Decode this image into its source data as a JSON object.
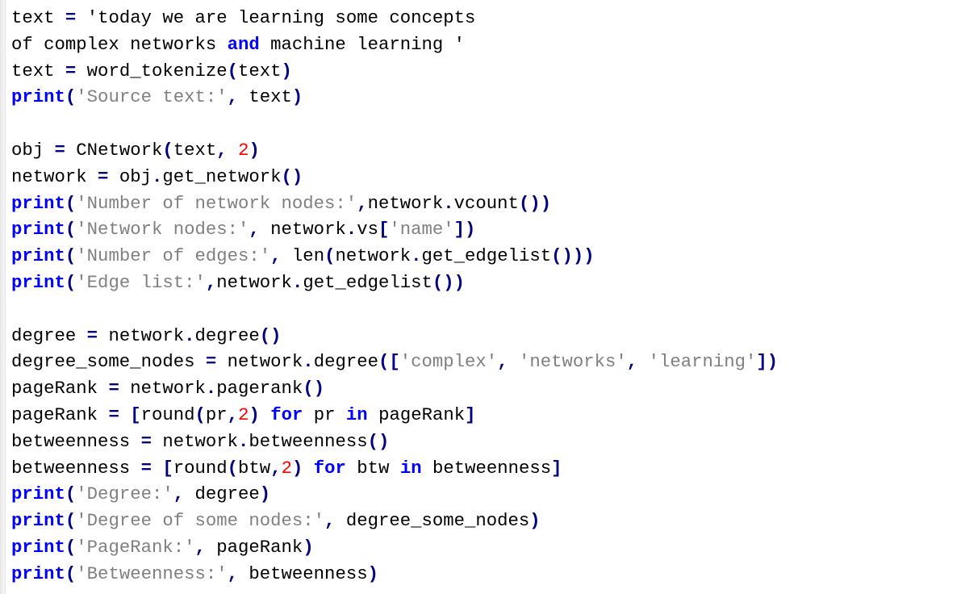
{
  "editor": {
    "lines": [
      [
        [
          "plain",
          "text "
        ],
        [
          "op",
          "="
        ],
        [
          "plain",
          " "
        ],
        [
          "plain",
          "'today we are learning some concepts"
        ]
      ],
      [
        [
          "plain",
          "of complex networks "
        ],
        [
          "kw",
          "and"
        ],
        [
          "plain",
          " machine learning "
        ],
        [
          "plain",
          "'"
        ]
      ],
      [
        [
          "plain",
          "text "
        ],
        [
          "op",
          "="
        ],
        [
          "plain",
          " word_tokenize"
        ],
        [
          "op",
          "("
        ],
        [
          "plain",
          "text"
        ],
        [
          "op",
          ")"
        ]
      ],
      [
        [
          "kw",
          "print"
        ],
        [
          "op",
          "("
        ],
        [
          "str",
          "'Source text:'"
        ],
        [
          "op",
          ","
        ],
        [
          "plain",
          " text"
        ],
        [
          "op",
          ")"
        ]
      ],
      [],
      [
        [
          "plain",
          "obj "
        ],
        [
          "op",
          "="
        ],
        [
          "plain",
          " CNetwork"
        ],
        [
          "op",
          "("
        ],
        [
          "plain",
          "text"
        ],
        [
          "op",
          ","
        ],
        [
          "plain",
          " "
        ],
        [
          "num",
          "2"
        ],
        [
          "op",
          ")"
        ]
      ],
      [
        [
          "plain",
          "network "
        ],
        [
          "op",
          "="
        ],
        [
          "plain",
          " obj"
        ],
        [
          "op",
          "."
        ],
        [
          "plain",
          "get_network"
        ],
        [
          "op",
          "()"
        ]
      ],
      [
        [
          "kw",
          "print"
        ],
        [
          "op",
          "("
        ],
        [
          "str",
          "'Number of network nodes:'"
        ],
        [
          "op",
          ","
        ],
        [
          "plain",
          "network"
        ],
        [
          "op",
          "."
        ],
        [
          "plain",
          "vcount"
        ],
        [
          "op",
          "())"
        ]
      ],
      [
        [
          "kw",
          "print"
        ],
        [
          "op",
          "("
        ],
        [
          "str",
          "'Network nodes:'"
        ],
        [
          "op",
          ","
        ],
        [
          "plain",
          " network"
        ],
        [
          "op",
          "."
        ],
        [
          "plain",
          "vs"
        ],
        [
          "op",
          "["
        ],
        [
          "str",
          "'name'"
        ],
        [
          "op",
          "])"
        ]
      ],
      [
        [
          "kw",
          "print"
        ],
        [
          "op",
          "("
        ],
        [
          "str",
          "'Number of edges:'"
        ],
        [
          "op",
          ","
        ],
        [
          "plain",
          " len"
        ],
        [
          "op",
          "("
        ],
        [
          "plain",
          "network"
        ],
        [
          "op",
          "."
        ],
        [
          "plain",
          "get_edgelist"
        ],
        [
          "op",
          "()))"
        ]
      ],
      [
        [
          "kw",
          "print"
        ],
        [
          "op",
          "("
        ],
        [
          "str",
          "'Edge list:'"
        ],
        [
          "op",
          ","
        ],
        [
          "plain",
          "network"
        ],
        [
          "op",
          "."
        ],
        [
          "plain",
          "get_edgelist"
        ],
        [
          "op",
          "())"
        ]
      ],
      [],
      [
        [
          "plain",
          "degree "
        ],
        [
          "op",
          "="
        ],
        [
          "plain",
          " network"
        ],
        [
          "op",
          "."
        ],
        [
          "plain",
          "degree"
        ],
        [
          "op",
          "()"
        ]
      ],
      [
        [
          "plain",
          "degree_some_nodes "
        ],
        [
          "op",
          "="
        ],
        [
          "plain",
          " network"
        ],
        [
          "op",
          "."
        ],
        [
          "plain",
          "degree"
        ],
        [
          "op",
          "(["
        ],
        [
          "str",
          "'complex'"
        ],
        [
          "op",
          ","
        ],
        [
          "plain",
          " "
        ],
        [
          "str",
          "'networks'"
        ],
        [
          "op",
          ","
        ],
        [
          "plain",
          " "
        ],
        [
          "str",
          "'learning'"
        ],
        [
          "op",
          "])"
        ]
      ],
      [
        [
          "plain",
          "pageRank "
        ],
        [
          "op",
          "="
        ],
        [
          "plain",
          " network"
        ],
        [
          "op",
          "."
        ],
        [
          "plain",
          "pagerank"
        ],
        [
          "op",
          "()"
        ]
      ],
      [
        [
          "plain",
          "pageRank "
        ],
        [
          "op",
          "="
        ],
        [
          "plain",
          " "
        ],
        [
          "op",
          "["
        ],
        [
          "plain",
          "round"
        ],
        [
          "op",
          "("
        ],
        [
          "plain",
          "pr"
        ],
        [
          "op",
          ","
        ],
        [
          "num",
          "2"
        ],
        [
          "op",
          ")"
        ],
        [
          "plain",
          " "
        ],
        [
          "kw",
          "for"
        ],
        [
          "plain",
          " pr "
        ],
        [
          "kw",
          "in"
        ],
        [
          "plain",
          " pageRank"
        ],
        [
          "op",
          "]"
        ]
      ],
      [
        [
          "plain",
          "betweenness "
        ],
        [
          "op",
          "="
        ],
        [
          "plain",
          " network"
        ],
        [
          "op",
          "."
        ],
        [
          "plain",
          "betweenness"
        ],
        [
          "op",
          "()"
        ]
      ],
      [
        [
          "plain",
          "betweenness "
        ],
        [
          "op",
          "="
        ],
        [
          "plain",
          " "
        ],
        [
          "op",
          "["
        ],
        [
          "plain",
          "round"
        ],
        [
          "op",
          "("
        ],
        [
          "plain",
          "btw"
        ],
        [
          "op",
          ","
        ],
        [
          "num",
          "2"
        ],
        [
          "op",
          ")"
        ],
        [
          "plain",
          " "
        ],
        [
          "kw",
          "for"
        ],
        [
          "plain",
          " btw "
        ],
        [
          "kw",
          "in"
        ],
        [
          "plain",
          " betweenness"
        ],
        [
          "op",
          "]"
        ]
      ],
      [
        [
          "kw",
          "print"
        ],
        [
          "op",
          "("
        ],
        [
          "str",
          "'Degree:'"
        ],
        [
          "op",
          ","
        ],
        [
          "plain",
          " degree"
        ],
        [
          "op",
          ")"
        ]
      ],
      [
        [
          "kw",
          "print"
        ],
        [
          "op",
          "("
        ],
        [
          "str",
          "'Degree of some nodes:'"
        ],
        [
          "op",
          ","
        ],
        [
          "plain",
          " degree_some_nodes"
        ],
        [
          "op",
          ")"
        ]
      ],
      [
        [
          "kw",
          "print"
        ],
        [
          "op",
          "("
        ],
        [
          "str",
          "'PageRank:'"
        ],
        [
          "op",
          ","
        ],
        [
          "plain",
          " pageRank"
        ],
        [
          "op",
          ")"
        ]
      ],
      [
        [
          "kw",
          "print"
        ],
        [
          "op",
          "("
        ],
        [
          "str",
          "'Betweenness:'"
        ],
        [
          "op",
          ","
        ],
        [
          "plain",
          " betweenness"
        ],
        [
          "op",
          ")"
        ]
      ]
    ]
  }
}
